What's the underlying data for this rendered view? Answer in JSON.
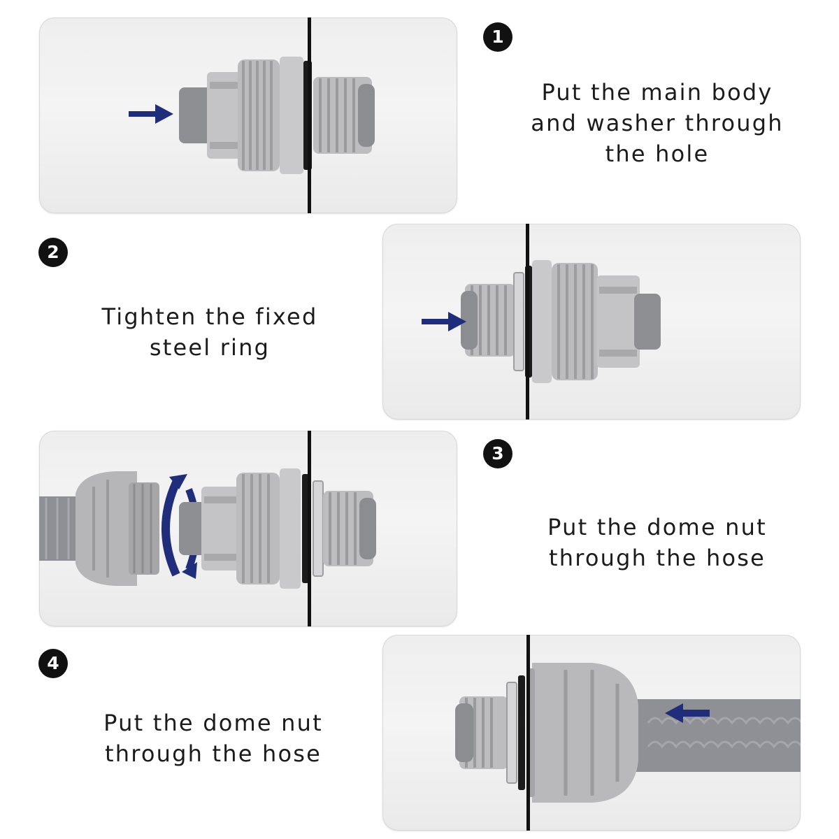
{
  "steps": [
    {
      "number": "1",
      "lines": [
        "Put the main body",
        "and washer through",
        "the hole"
      ]
    },
    {
      "number": "2",
      "lines": [
        "Tighten the fixed",
        "steel ring"
      ]
    },
    {
      "number": "3",
      "lines": [
        "Put the dome nut",
        "through the hose"
      ]
    },
    {
      "number": "4",
      "lines": [
        "Put the dome nut",
        "through the hose"
      ]
    }
  ],
  "colors": {
    "arrow": "#1f2d7a",
    "connector": "#b9b9bb",
    "wall_line": "#111111",
    "hose": "#8e9096"
  },
  "icons": [
    "arrow-right-icon",
    "rotate-arrows-icon",
    "arrow-left-icon"
  ]
}
